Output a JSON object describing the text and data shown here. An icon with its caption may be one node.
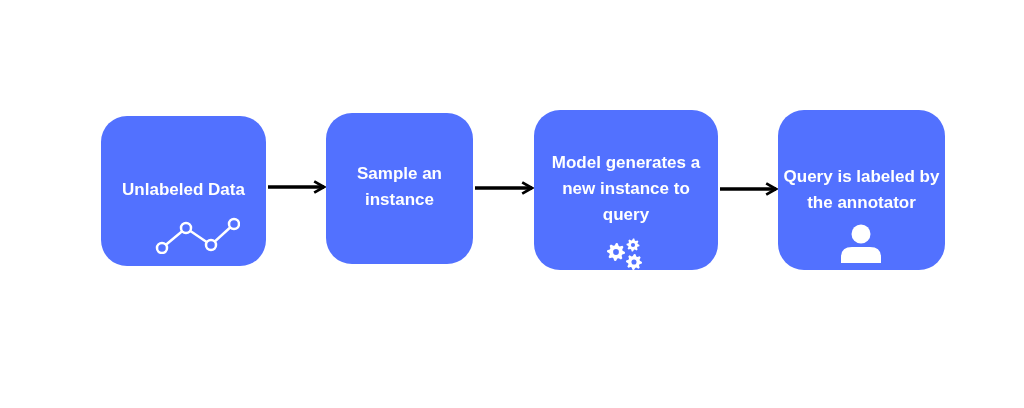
{
  "diagram": {
    "nodes": [
      {
        "text": [
          "Unlabeled Data"
        ]
      },
      {
        "text": [
          "Sample an instance"
        ]
      },
      {
        "text": [
          "Model generates a new instance to query"
        ]
      },
      {
        "text": [
          "Query is labeled by the annotator"
        ]
      }
    ],
    "edges": [
      {
        "from": 0,
        "to": 1,
        "arrow": "to"
      },
      {
        "from": 1,
        "to": 2,
        "arrow": "to"
      },
      {
        "from": 2,
        "to": 3,
        "arrow": "to"
      }
    ]
  }
}
